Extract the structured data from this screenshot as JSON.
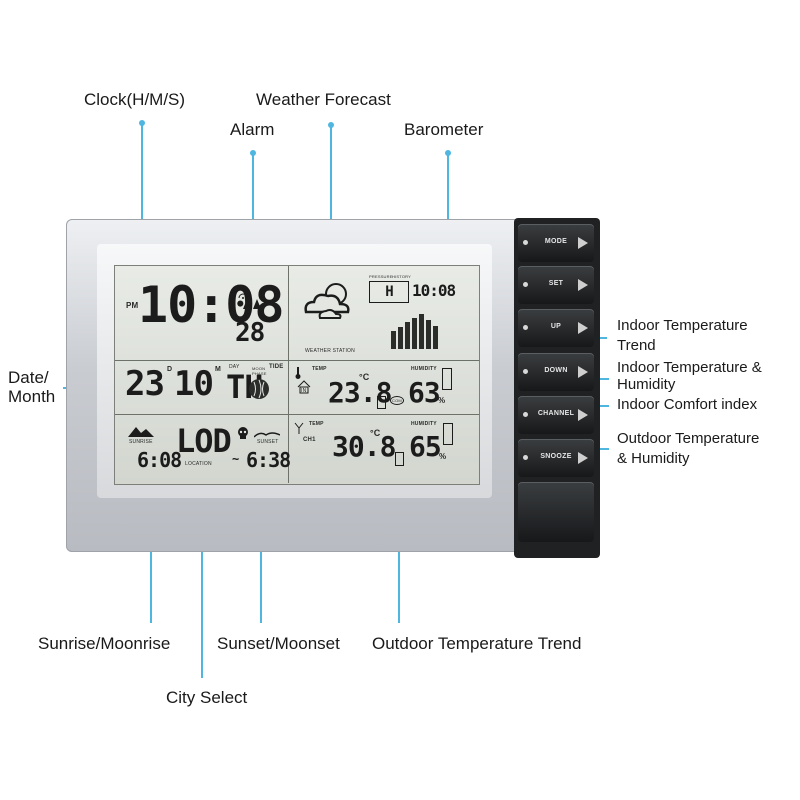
{
  "callouts": {
    "clock": "Clock(H/M/S)",
    "weather_forecast": "Weather Forecast",
    "alarm": "Alarm",
    "barometer": "Barometer",
    "date_month_line1": "Date/",
    "date_month_line2": "Month",
    "indoor_trend_line1": "Indoor Temperature",
    "indoor_trend_line2": "Trend",
    "indoor_temp_hum_line1": "Indoor Temperature &",
    "indoor_temp_hum_line2": "Humidity",
    "indoor_comfort": "Indoor Comfort index",
    "outdoor_temp_hum_line1": "Outdoor Temperature",
    "outdoor_temp_hum_line2": "& Humidity",
    "sunrise": "Sunrise/Moonrise",
    "sunset": "Sunset/Moonset",
    "outdoor_trend": "Outdoor Temperature Trend",
    "city_select": "City Select"
  },
  "lcd": {
    "pm": "PM",
    "time_hm": "10:08",
    "seconds": "28",
    "mini_time": "10:08",
    "weather_station": "WEATHER STATION",
    "pressure": "PRESSURE",
    "history": "HISTORY",
    "date_day": "23",
    "d": "D",
    "date_month": "10",
    "m": "M",
    "day_label": "DAY",
    "weekday": "TH",
    "moon_phase": "MOON PHASE",
    "tide": "TIDE",
    "temp_label": "TEMP",
    "indoor_temp": "23.8",
    "indoor_unit": "°C",
    "humidity_label": "HUMIDITY",
    "indoor_humidity": "63",
    "comfort_icon": "COM",
    "in_label": "IN",
    "sunrise_label": "SUNRISE",
    "sunrise_time": "6:08",
    "city": "LOD",
    "location": "LOCATION",
    "sunset_label": "SUNSET",
    "sunset_time": "6:38",
    "ch1": "CH1",
    "outdoor_temp": "30.8",
    "outdoor_unit": "°C",
    "outdoor_humidity": "65",
    "percent": "%"
  },
  "buttons": [
    "MODE",
    "SET",
    "UP",
    "DOWN",
    "CHANNEL",
    "SNOOZE"
  ],
  "colors": {
    "callout_line": "#4fb6e0",
    "lcd_bg": "#dfe2dc",
    "button_panel": "#1f2122"
  }
}
